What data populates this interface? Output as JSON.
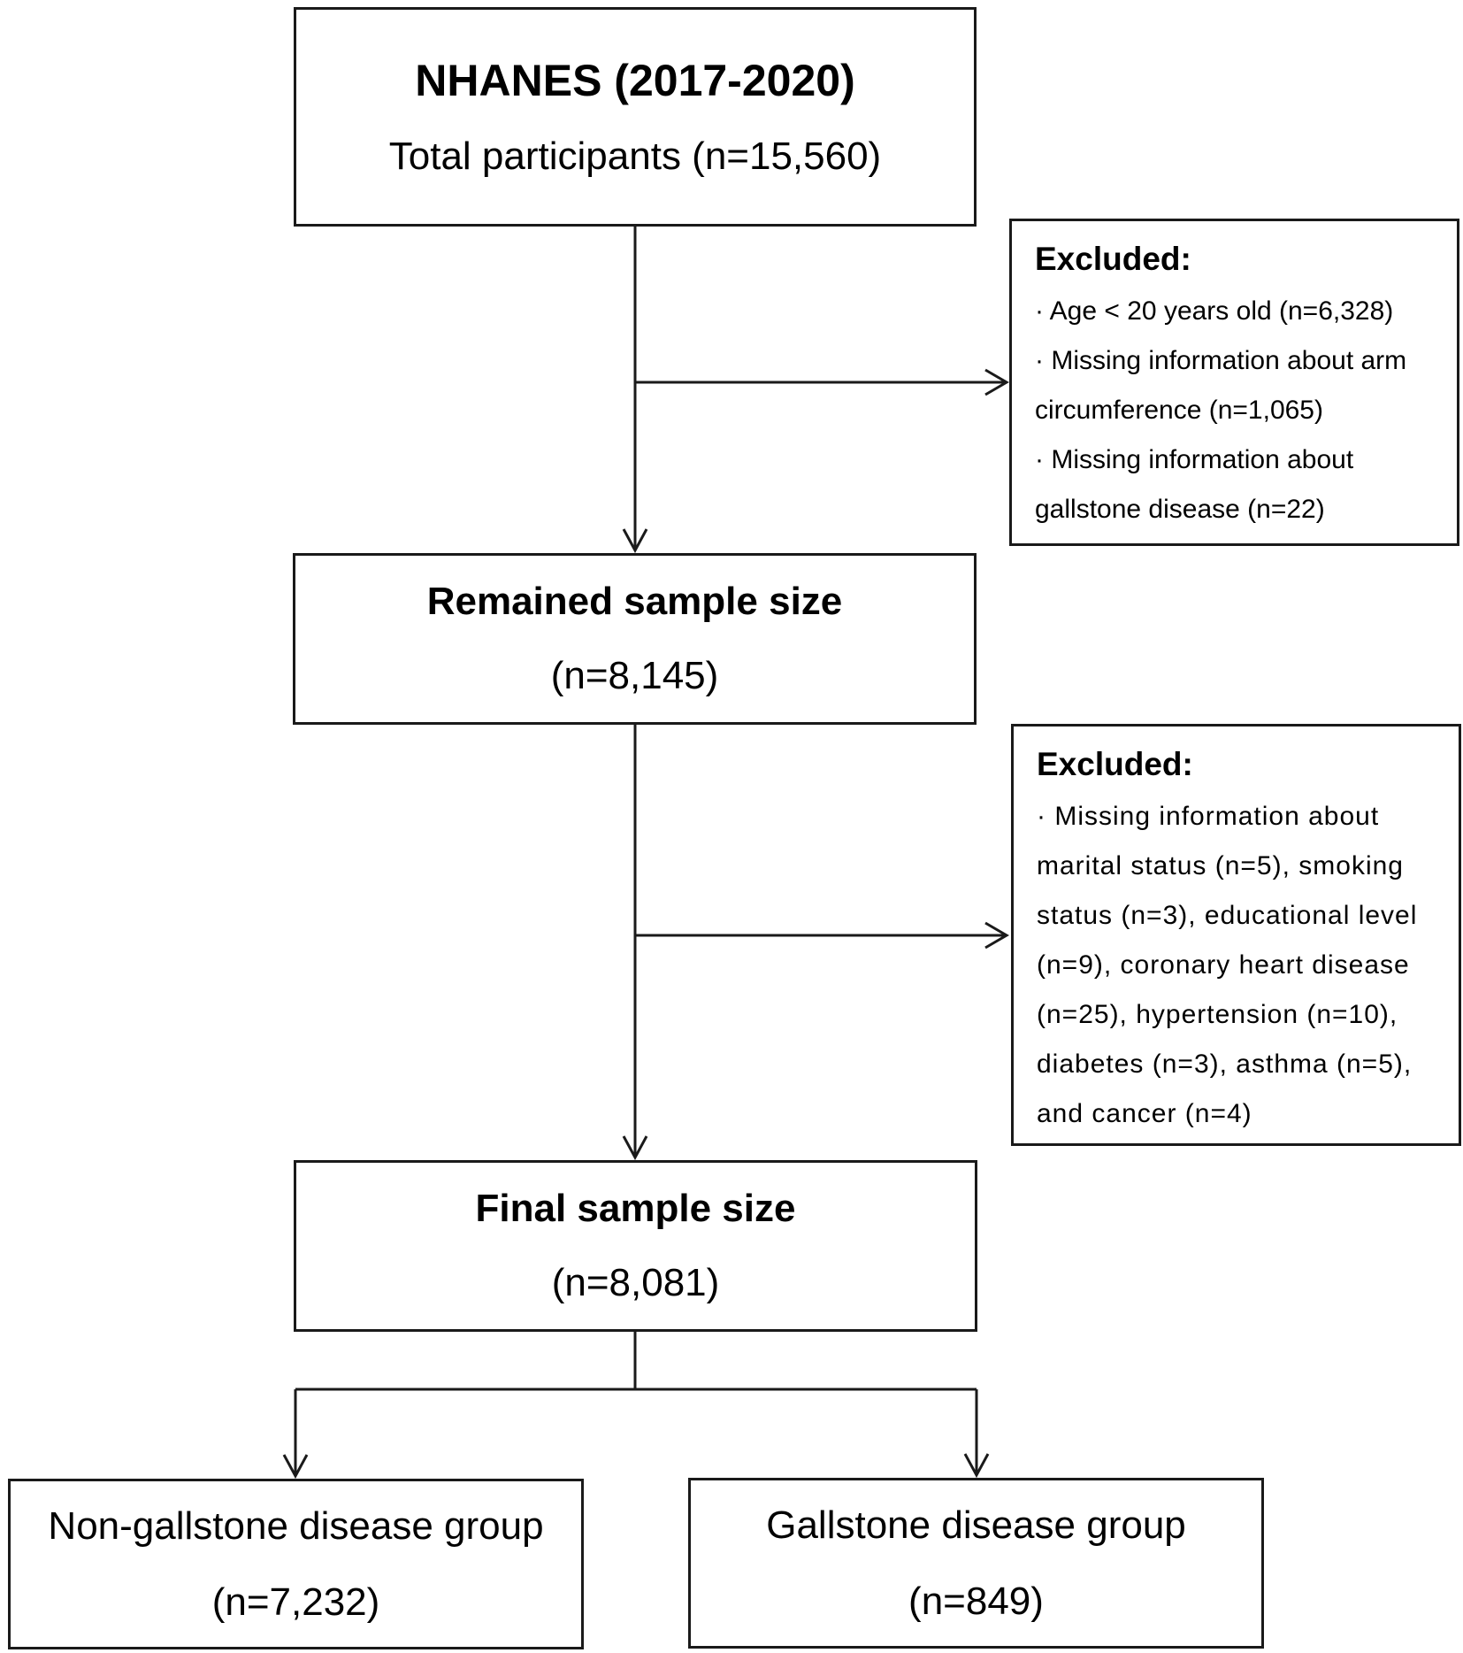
{
  "nhanes": {
    "title": "NHANES (2017-2020)",
    "subtitle": "Total participants (n=15,560)"
  },
  "exclusion1": {
    "title": "Excluded:",
    "lines": [
      "· Age < 20 years old (n=6,328)",
      "· Missing information about arm",
      "circumference (n=1,065)",
      "· Missing information about",
      "gallstone disease (n=22)"
    ]
  },
  "remained": {
    "title": "Remained sample size",
    "count": "(n=8,145)"
  },
  "exclusion2": {
    "title": "Excluded:",
    "lines": [
      "· Missing information about",
      "marital status (n=5), smoking",
      "status (n=3), educational level",
      "(n=9), coronary heart disease",
      "(n=25), hypertension (n=10),",
      "diabetes (n=3), asthma (n=5),",
      "and cancer (n=4)"
    ]
  },
  "final": {
    "title": "Final sample size",
    "count": "(n=8,081)"
  },
  "groups": {
    "non_gallstone": {
      "label": "Non-gallstone disease group",
      "count": "(n=7,232)"
    },
    "gallstone": {
      "label": "Gallstone disease group",
      "count": "(n=849)"
    }
  },
  "colors": {
    "line": "#1a1a1a",
    "background": "#ffffff"
  }
}
